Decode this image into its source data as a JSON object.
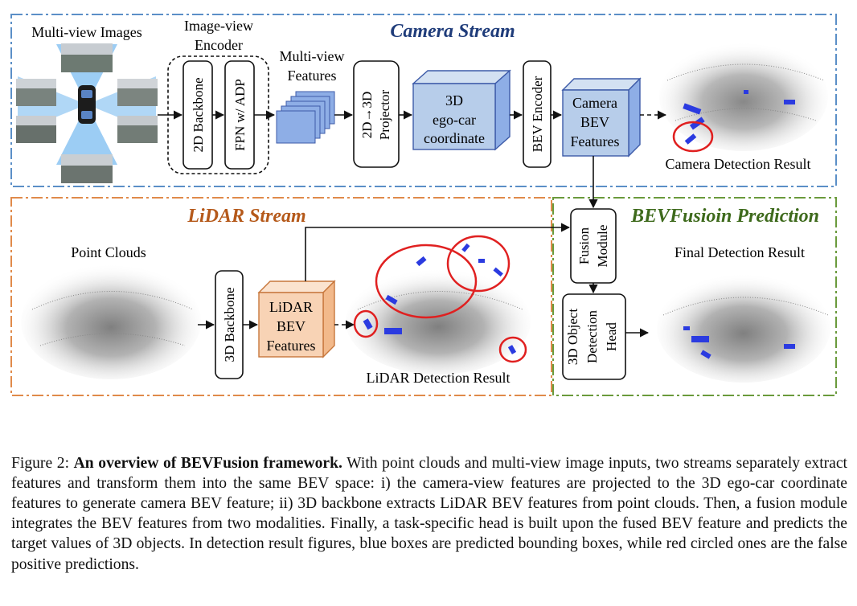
{
  "streams": {
    "camera": "Camera Stream",
    "lidar": "LiDAR Stream",
    "fusion": "BEVFusioin Prediction"
  },
  "labels": {
    "multiview_images": "Multi-view Images",
    "image_view_encoder_1": "Image-view",
    "image_view_encoder_2": "Encoder",
    "backbone_2d": "2D Backbone",
    "fpn_adp": "FPN w/ ADP",
    "multiview_features_1": "Multi-view",
    "multiview_features_2": "Features",
    "projector_1": "2D→3D",
    "projector_2": "Projector",
    "ego_car_1": "3D",
    "ego_car_2": "ego-car",
    "ego_car_3": "coordinate",
    "bev_encoder": "BEV Encoder",
    "camera_bev_1": "Camera",
    "camera_bev_2": "BEV",
    "camera_bev_3": "Features",
    "camera_detection": "Camera Detection Result",
    "point_clouds": "Point Clouds",
    "backbone_3d": "3D Backbone",
    "lidar_bev_1": "LiDAR",
    "lidar_bev_2": "BEV",
    "lidar_bev_3": "Features",
    "lidar_detection": "LiDAR Detection Result",
    "fusion_module_1": "Fusion",
    "fusion_module_2": "Module",
    "head_1": "3D Object",
    "head_2": "Detection",
    "head_3": "Head",
    "final_detection": "Final Detection Result"
  },
  "caption": {
    "figure_label": "Figure 2: ",
    "title": "An overview of BEVFusion framework.",
    "body": " With point clouds and multi-view image inputs, two streams separately extract features and transform them into the same BEV space: i) the camera-view features are projected to the 3D ego-car coordinate features to generate camera BEV feature; ii) 3D backbone extracts LiDAR BEV features from point clouds. Then, a fusion module integrates the BEV features from two modalities. Finally, a task-specific head is built upon the fused BEV feature and predicts the target values of 3D objects. In detection result figures, blue boxes are predicted bounding boxes, while red circled ones are the false positive predictions."
  },
  "colors": {
    "camera_border": "#5b8fc7",
    "lidar_border": "#e08a4a",
    "fusion_border": "#6a9a3c",
    "stream_title": "#1f3c7a",
    "lidar_title": "#b5591a",
    "fusion_title": "#3e6a1c",
    "cube_blue": "#b7cdea",
    "cube_orange": "#f8d3b5",
    "pred_box": "#2b3be0",
    "false_positive": "#e02020"
  }
}
